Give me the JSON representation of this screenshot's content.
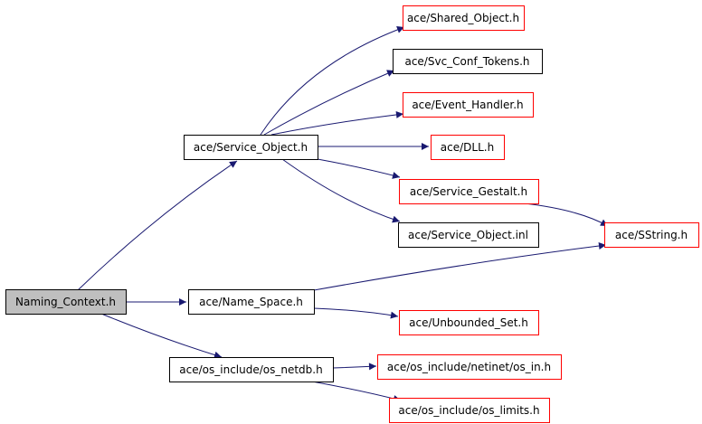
{
  "colors": {
    "background": "#ffffff",
    "edge": "#191970",
    "border_default": "#000000",
    "border_incomplete": "#ff0000",
    "fill_root": "#bfbfbf",
    "fill_node": "#ffffff"
  },
  "nodes": [
    {
      "id": "naming_context",
      "label": "Naming_Context.h",
      "kind": "root"
    },
    {
      "id": "service_object",
      "label": "ace/Service_Object.h",
      "kind": "normal"
    },
    {
      "id": "name_space",
      "label": "ace/Name_Space.h",
      "kind": "normal"
    },
    {
      "id": "os_netdb",
      "label": "ace/os_include/os_netdb.h",
      "kind": "normal"
    },
    {
      "id": "shared_object",
      "label": "ace/Shared_Object.h",
      "kind": "incomplete"
    },
    {
      "id": "svc_conf_tokens",
      "label": "ace/Svc_Conf_Tokens.h",
      "kind": "normal"
    },
    {
      "id": "event_handler",
      "label": "ace/Event_Handler.h",
      "kind": "incomplete"
    },
    {
      "id": "dll",
      "label": "ace/DLL.h",
      "kind": "incomplete"
    },
    {
      "id": "service_gestalt",
      "label": "ace/Service_Gestalt.h",
      "kind": "incomplete"
    },
    {
      "id": "service_object_inl",
      "label": "ace/Service_Object.inl",
      "kind": "normal"
    },
    {
      "id": "sstring",
      "label": "ace/SString.h",
      "kind": "incomplete"
    },
    {
      "id": "unbounded_set",
      "label": "ace/Unbounded_Set.h",
      "kind": "incomplete"
    },
    {
      "id": "netinet_os_in",
      "label": "ace/os_include/netinet/os_in.h",
      "kind": "incomplete"
    },
    {
      "id": "os_limits",
      "label": "ace/os_include/os_limits.h",
      "kind": "incomplete"
    }
  ],
  "edges": [
    {
      "from": "naming_context",
      "to": "service_object"
    },
    {
      "from": "naming_context",
      "to": "name_space"
    },
    {
      "from": "naming_context",
      "to": "os_netdb"
    },
    {
      "from": "service_object",
      "to": "shared_object"
    },
    {
      "from": "service_object",
      "to": "svc_conf_tokens"
    },
    {
      "from": "service_object",
      "to": "event_handler"
    },
    {
      "from": "service_object",
      "to": "dll"
    },
    {
      "from": "service_object",
      "to": "service_gestalt"
    },
    {
      "from": "service_object",
      "to": "service_object_inl"
    },
    {
      "from": "service_gestalt",
      "to": "sstring"
    },
    {
      "from": "name_space",
      "to": "sstring"
    },
    {
      "from": "name_space",
      "to": "unbounded_set"
    },
    {
      "from": "os_netdb",
      "to": "netinet_os_in"
    },
    {
      "from": "os_netdb",
      "to": "os_limits"
    }
  ]
}
